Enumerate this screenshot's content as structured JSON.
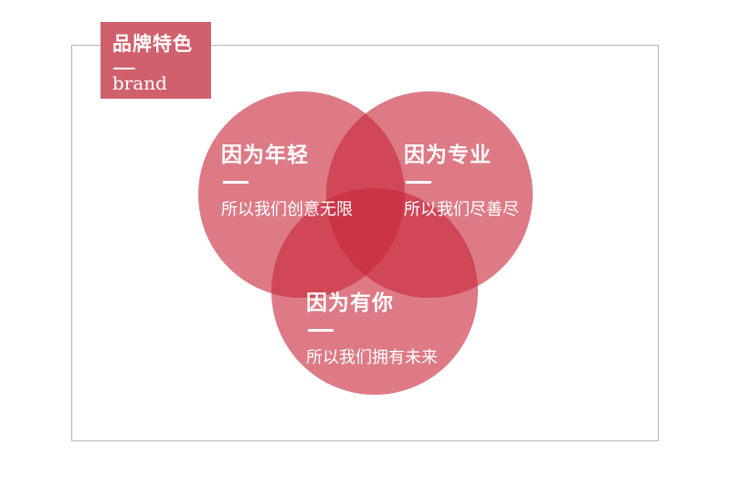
{
  "badge": {
    "title": "品牌特色",
    "subtitle": "brand",
    "color": "#d0606d"
  },
  "circles": [
    {
      "title": "因为年轻",
      "text": "所以我们创意无限"
    },
    {
      "title": "因为专业",
      "text": "所以我们尽善尽"
    },
    {
      "title": "因为有你",
      "text": "所以我们拥有未来"
    }
  ],
  "circle_color": "#c8283c"
}
